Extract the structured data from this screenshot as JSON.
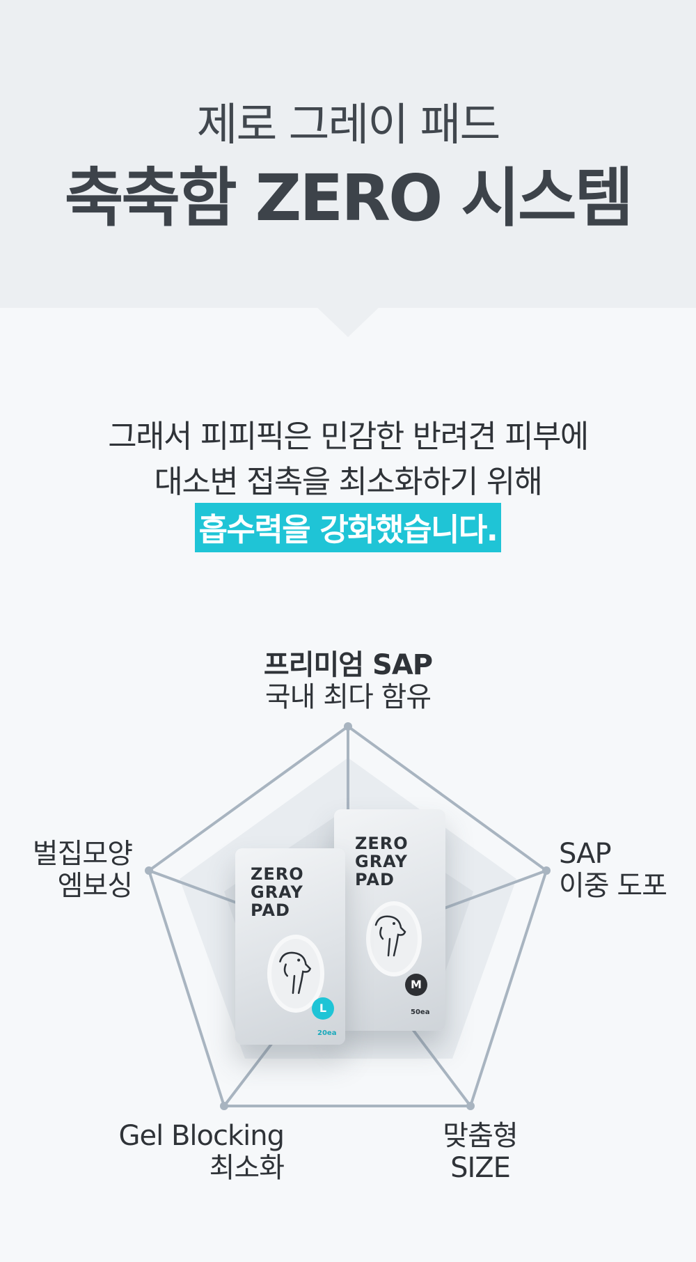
{
  "header": {
    "subtitle": "제로 그레이 패드",
    "title": "축축함 ZERO 시스템"
  },
  "intro": {
    "line1": "그래서 피피픽은 민감한 반려견 피부에",
    "line2": "대소변 접촉을 최소화하기 위해",
    "highlight": "흡수력을 강화했습니다."
  },
  "radar": {
    "labels": {
      "top_strong": "프리미엄 SAP",
      "top": "국내 최다 함유",
      "left_1": "벌집모양",
      "left_2": "엠보싱",
      "right_1": "SAP",
      "right_2": "이중 도포",
      "bottom_left_1": "Gel Blocking",
      "bottom_left_2": "최소화",
      "bottom_right_1": "맞춤형",
      "bottom_right_2": "SIZE"
    }
  },
  "products": {
    "m": {
      "name": [
        "ZERO",
        "GRAY",
        "PAD"
      ],
      "size": "M",
      "count": "50ea"
    },
    "l": {
      "name": [
        "ZERO",
        "GRAY",
        "PAD"
      ],
      "size": "L",
      "count": "20ea"
    }
  },
  "colors": {
    "accent": "#1fc4d6",
    "header_bg": "#eceff2",
    "radar_line": "#a8b4c0"
  }
}
